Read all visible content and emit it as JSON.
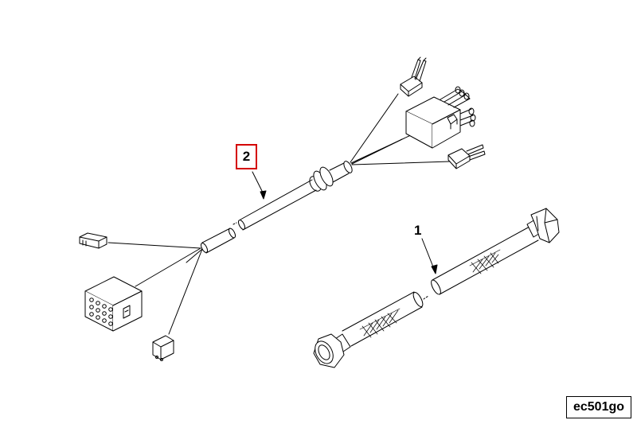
{
  "callouts": {
    "part_2": "2",
    "part_1": "1"
  },
  "reference_code": "ec501go",
  "colors": {
    "line": "#000000",
    "highlight": "#d40000",
    "background": "#ffffff"
  }
}
